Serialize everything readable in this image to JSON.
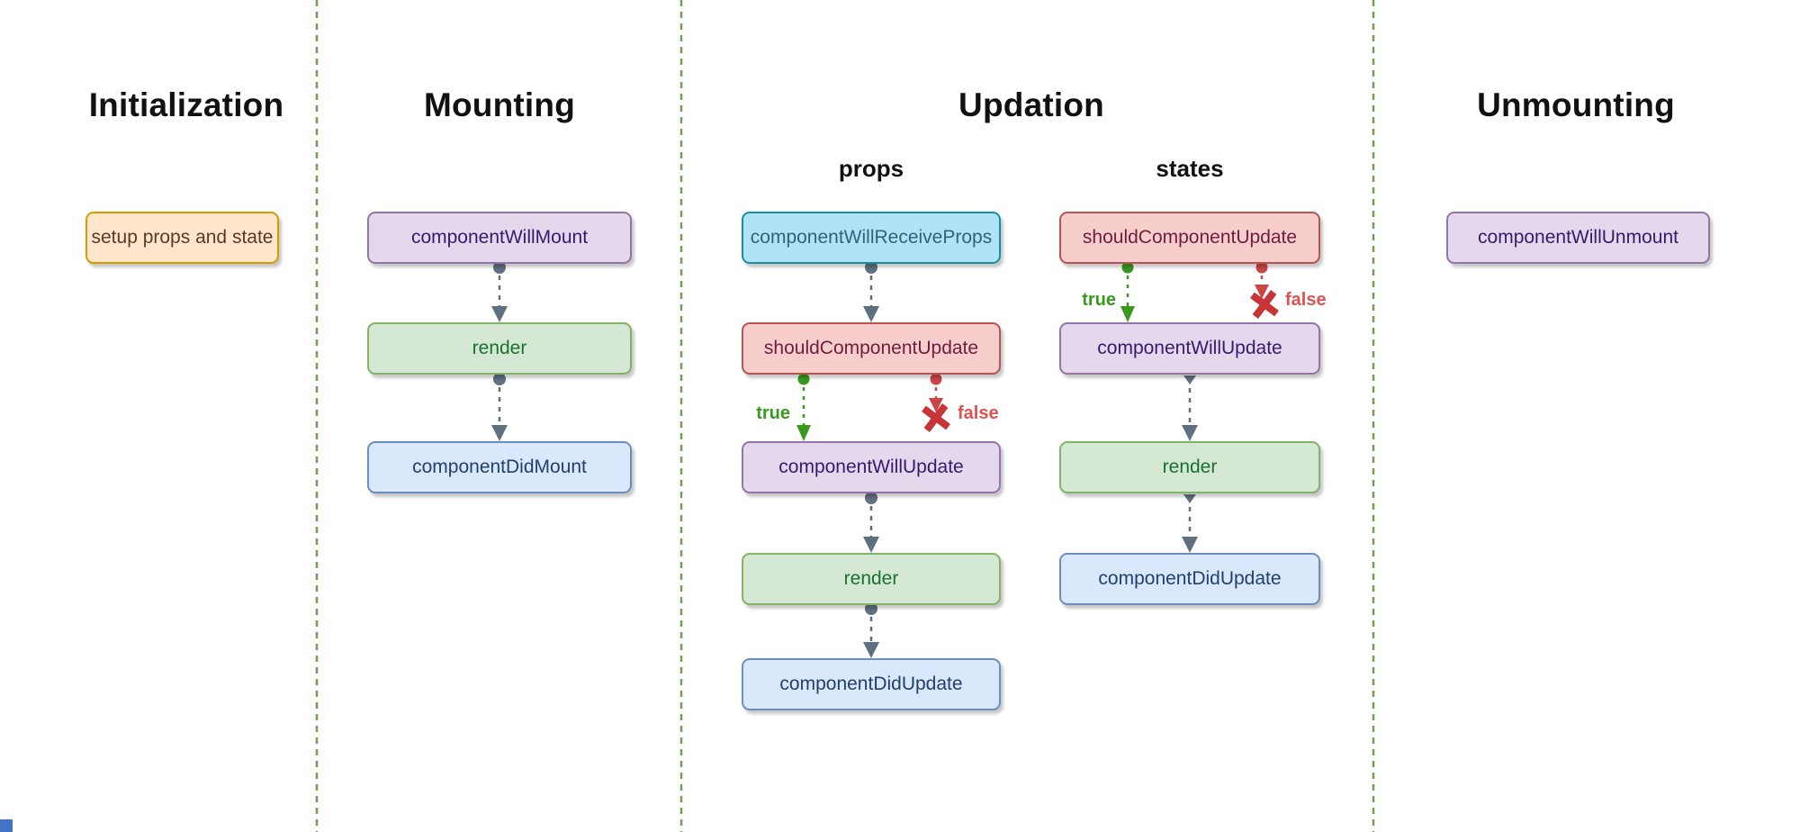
{
  "sections": {
    "initialization": {
      "title": "Initialization"
    },
    "mounting": {
      "title": "Mounting"
    },
    "updation": {
      "title": "Updation",
      "subcolumns": {
        "props": "props",
        "states": "states"
      }
    },
    "unmounting": {
      "title": "Unmounting"
    }
  },
  "branch_labels": {
    "true": "true",
    "false": "false"
  },
  "nodes": {
    "init_setup": "setup props and state",
    "mount_will_mount": "componentWillMount",
    "mount_render": "render",
    "mount_did_mount": "componentDidMount",
    "props_will_receive_props": "componentWillReceiveProps",
    "props_should_update": "shouldComponentUpdate",
    "props_will_update": "componentWillUpdate",
    "props_render": "render",
    "props_did_update": "componentDidUpdate",
    "states_should_update": "shouldComponentUpdate",
    "states_will_update": "componentWillUpdate",
    "states_render": "render",
    "states_did_update": "componentDidUpdate",
    "unmount_will_unmount": "componentWillUnmount"
  },
  "colors": {
    "node_orange_fill": "#ffe6cc",
    "node_orange_border": "#d79b00",
    "node_orange_text": "#5b3a20",
    "node_purple_fill": "#e4d9ec",
    "node_purple_border": "#9673a6",
    "node_purple_text": "#371a70",
    "node_green_fill": "#d5e8d4",
    "node_green_border": "#82b366",
    "node_green_text": "#18722f",
    "node_blue_fill": "#dae8fc",
    "node_blue_border": "#6c8ebf",
    "node_blue_text": "#20406e",
    "node_cyan_fill": "#b0e3f5",
    "node_cyan_border": "#178f9e",
    "node_cyan_text": "#33617e",
    "node_red_fill": "#f8cecc",
    "node_red_border": "#b85450",
    "node_red_text": "#701d3c",
    "connector_slate": "#5f7080",
    "branch_true_green": "#38991f",
    "branch_false_red": "#cc4444",
    "false_x_red": "#c73636",
    "divider_green": "#70a053",
    "corner_square_blue": "#4472c4",
    "background": "#ffffff"
  }
}
